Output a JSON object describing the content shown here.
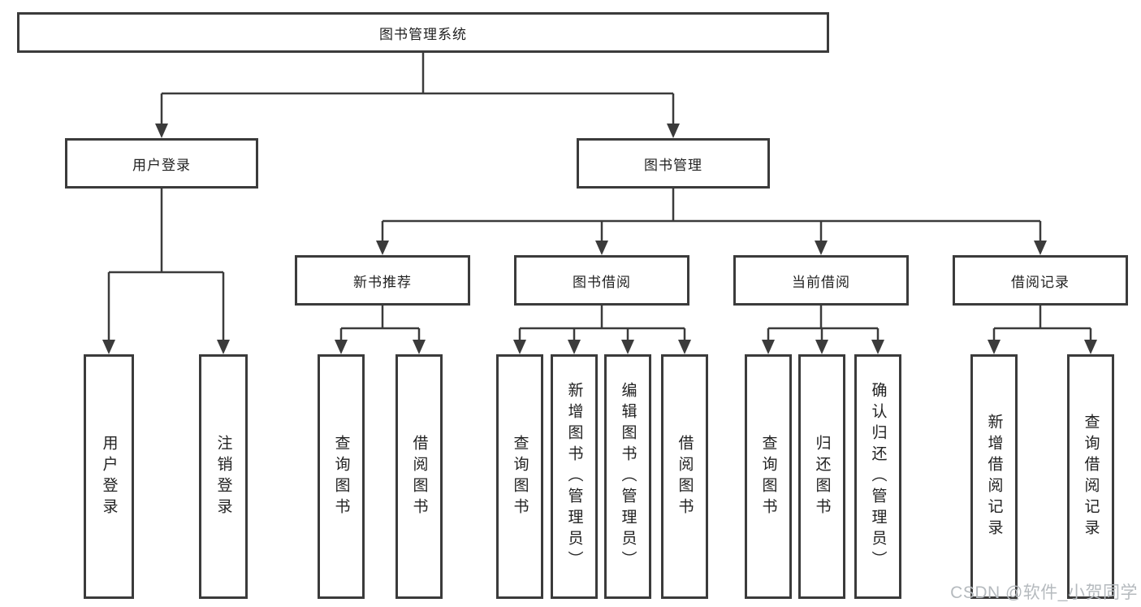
{
  "root": {
    "label": "图书管理系统"
  },
  "branches": [
    {
      "label": "用户登录",
      "children": [
        {
          "label": "用户登录"
        },
        {
          "label": "注销登录"
        }
      ]
    },
    {
      "label": "图书管理",
      "groups": [
        {
          "label": "新书推荐",
          "children": [
            {
              "label": "查询图书"
            },
            {
              "label": "借阅图书"
            }
          ]
        },
        {
          "label": "图书借阅",
          "children": [
            {
              "label": "查询图书"
            },
            {
              "label": "新增图书（管理员）"
            },
            {
              "label": "编辑图书（管理员）"
            },
            {
              "label": "借阅图书"
            }
          ]
        },
        {
          "label": "当前借阅",
          "children": [
            {
              "label": "查询图书"
            },
            {
              "label": "归还图书"
            },
            {
              "label": "确认归还（管理员）"
            }
          ]
        },
        {
          "label": "借阅记录",
          "children": [
            {
              "label": "新增借阅记录"
            },
            {
              "label": "查询借阅记录"
            }
          ]
        }
      ]
    }
  ],
  "watermark": "CSDN @软件_小贺同学",
  "colors": {
    "line": "#3b3b3b",
    "text": "#222222",
    "background": "#ffffff",
    "watermark": "#b5babe"
  }
}
